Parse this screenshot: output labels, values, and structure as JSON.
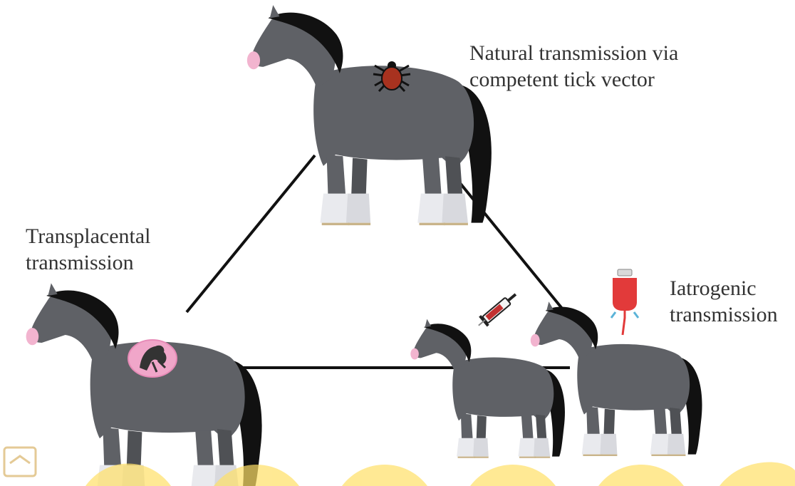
{
  "labels": {
    "natural": [
      "Natural transmission via",
      "competent tick vector"
    ],
    "transplacental": [
      "Transplacental",
      "transmission"
    ],
    "iatrogenic": [
      "Iatrogenic",
      "transmission"
    ]
  },
  "colors": {
    "horse_body": "#5f6166",
    "mane_tail": "#111111",
    "hoof_white": "#e9eaee",
    "muzzle_pink": "#f2b4cf",
    "tick": "#a8321f",
    "womb_pink": "#f0a6c9",
    "blood_bag": "#e23a3a",
    "line": "#111111",
    "watermark_yellow": "#ffe066"
  },
  "icons": [
    "tick-icon",
    "fetus-icon",
    "syringe-icon",
    "blood-bag-icon"
  ]
}
